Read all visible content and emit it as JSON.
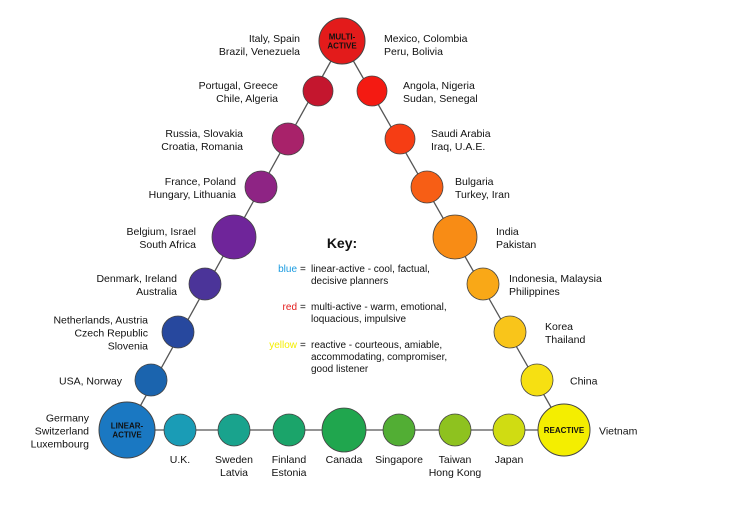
{
  "vertices": {
    "multi_active": {
      "lines": [
        "MULTI-",
        "ACTIVE"
      ],
      "color": "#e31b1b"
    },
    "linear_active": {
      "lines": [
        "LINEAR-",
        "ACTIVE"
      ],
      "color": "#1a78c2"
    },
    "reactive": {
      "lines": [
        "REACTIVE"
      ],
      "color": "#f4ee00"
    }
  },
  "left_edge": [
    {
      "lines": [
        "Italy, Spain",
        "Brazil, Venezuela"
      ]
    },
    {
      "lines": [
        "Portugal, Greece",
        "Chile, Algeria"
      ],
      "color": "#c4162e"
    },
    {
      "lines": [
        "Russia, Slovakia",
        "Croatia, Romania"
      ],
      "color": "#a8226a"
    },
    {
      "lines": [
        "France, Poland",
        "Hungary, Lithuania"
      ],
      "color": "#8e2484"
    },
    {
      "lines": [
        "Belgium, Israel",
        "South Africa"
      ],
      "color": "#6f259a"
    },
    {
      "lines": [
        "Denmark, Ireland",
        "Australia"
      ],
      "color": "#4b3499"
    },
    {
      "lines": [
        "Netherlands, Austria",
        "Czech Republic",
        "Slovenia"
      ],
      "color": "#27489e"
    },
    {
      "lines": [
        "USA, Norway"
      ],
      "color": "#1b64ae"
    },
    {
      "lines": [
        "Germany",
        "Switzerland",
        "Luxembourg"
      ]
    }
  ],
  "right_edge": [
    {
      "lines": [
        "Mexico, Colombia",
        "Peru, Bolivia"
      ]
    },
    {
      "lines": [
        "Angola, Nigeria",
        "Sudan, Senegal"
      ],
      "color": "#f41a12"
    },
    {
      "lines": [
        "Saudi Arabia",
        "Iraq, U.A.E."
      ],
      "color": "#f63d14"
    },
    {
      "lines": [
        "Bulgaria",
        "Turkey, Iran"
      ],
      "color": "#f75e15"
    },
    {
      "lines": [
        "India",
        "Pakistan"
      ],
      "color": "#f88c15"
    },
    {
      "lines": [
        "Indonesia, Malaysia",
        "Philippines"
      ],
      "color": "#f9a817"
    },
    {
      "lines": [
        "Korea",
        "Thailand"
      ],
      "color": "#f9c51a"
    },
    {
      "lines": [
        "China"
      ],
      "color": "#f6e012"
    },
    {
      "lines": [
        "Vietnam"
      ]
    }
  ],
  "bottom_edge": [
    {
      "lines": [
        "U.K."
      ],
      "color": "#1a9cb6"
    },
    {
      "lines": [
        "Sweden",
        "Latvia"
      ],
      "color": "#19a38d"
    },
    {
      "lines": [
        "Finland",
        "Estonia"
      ],
      "color": "#1ba46a"
    },
    {
      "lines": [
        "Canada"
      ],
      "color": "#20a64e"
    },
    {
      "lines": [
        "Singapore"
      ],
      "color": "#52ae34"
    },
    {
      "lines": [
        "Taiwan",
        "Hong Kong"
      ],
      "color": "#8ec21f"
    },
    {
      "lines": [
        "Japan"
      ],
      "color": "#d0dc12"
    }
  ],
  "key": {
    "title": "Key:",
    "entries": [
      {
        "word": "blue",
        "color": "#1a9be0",
        "lines": [
          "linear-active - cool, factual,",
          "decisive planners"
        ]
      },
      {
        "word": "red",
        "color": "#e31b1b",
        "lines": [
          "multi-active - warm, emotional,",
          "loquacious, impulsive"
        ]
      },
      {
        "word": "yellow",
        "color": "#f4ee00",
        "lines": [
          "reactive - courteous, amiable,",
          "accommodating, compromiser,",
          "good listener"
        ]
      }
    ]
  }
}
